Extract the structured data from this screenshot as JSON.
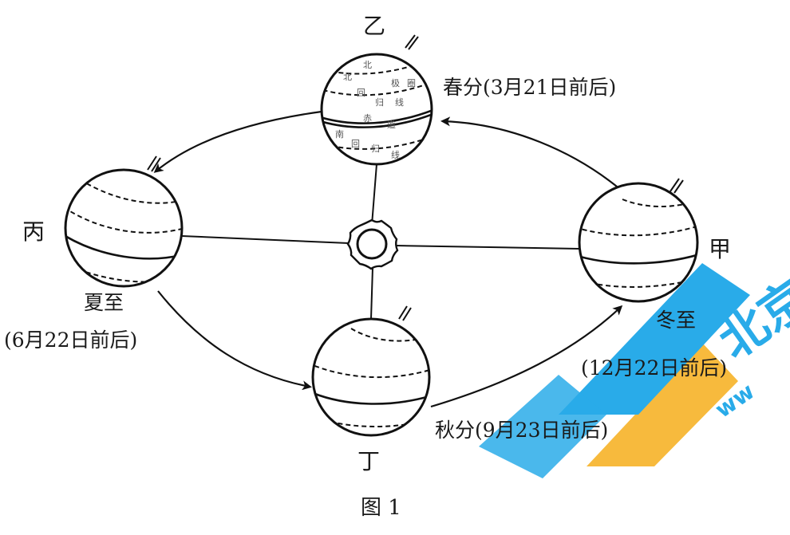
{
  "figure": {
    "caption": "图 1",
    "sun": {
      "name": "sun-symbol"
    },
    "positions": [
      {
        "id": "yi",
        "marker": "乙",
        "season": "春分(3月21日前后)"
      },
      {
        "id": "bing",
        "marker": "丙",
        "season": "夏至",
        "date": "(6月22日前后)"
      },
      {
        "id": "ding",
        "marker": "丁",
        "season": "秋分(9月23日前后)"
      },
      {
        "id": "jia",
        "marker": "甲",
        "season": "冬至",
        "date": "(12月22日前后)"
      }
    ],
    "globe_labels": [
      "北",
      "北",
      "回",
      "极",
      "圈",
      "归",
      "线",
      "赤",
      "道",
      "南",
      "回",
      "归",
      "线"
    ],
    "watermark": {
      "text": "北京高考在线",
      "colors": [
        "#1ea7e8",
        "#f7b733"
      ]
    }
  }
}
